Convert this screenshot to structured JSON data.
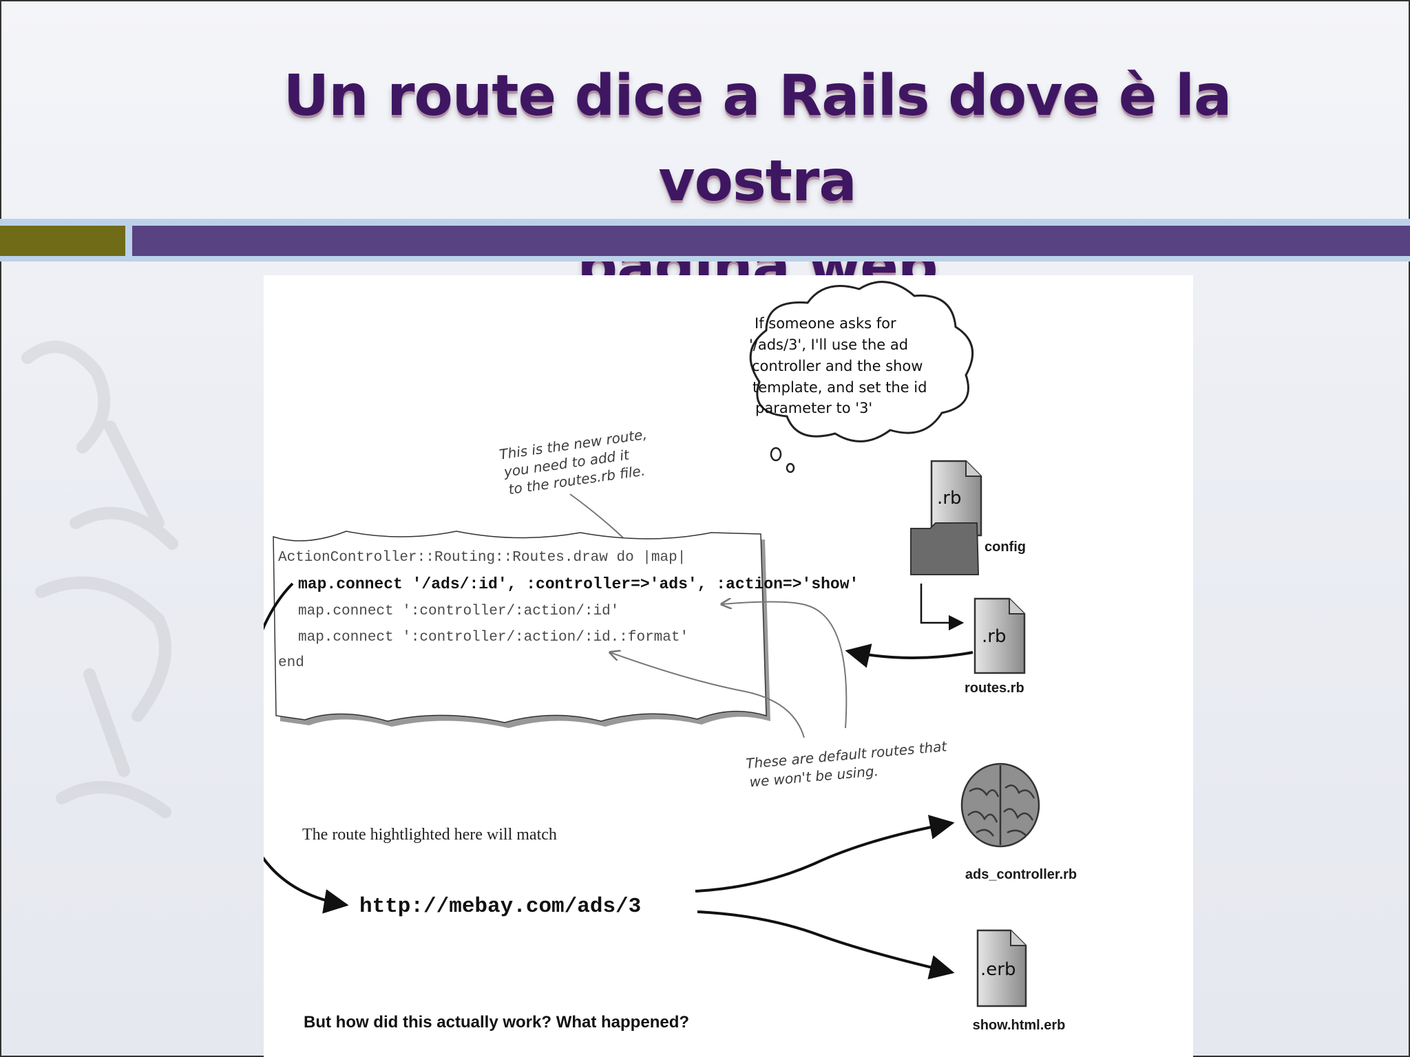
{
  "slide": {
    "title_line1": "Un route dice a Rails dove è la vostra",
    "title_line2": "pagina web"
  },
  "thought_bubble": {
    "lines": [
      "If someone asks for",
      "'/ads/3', I'll use the ad",
      "controller and the show",
      "template, and set the id",
      "parameter to '3'"
    ]
  },
  "note_new_route": {
    "lines": [
      "This is the new route,",
      "you need to add it",
      "to the routes.rb file."
    ]
  },
  "note_default_routes": {
    "lines": [
      "These are default routes that",
      "we won't be using."
    ]
  },
  "code": {
    "line1": "ActionController::Routing::Routes.draw do |map|",
    "line2": "map.connect '/ads/:id', :controller=>'ads', :action=>'show'",
    "line3": "map.connect ':controller/:action/:id'",
    "line4": "map.connect ':controller/:action/:id.:format'",
    "line5": "end"
  },
  "files": {
    "rb_icon_text": ".rb",
    "config_label": "config",
    "routes_icon_text": ".rb",
    "routes_label": "routes.rb",
    "controller_label": "ads_controller.rb",
    "erb_icon_text": ".erb",
    "template_label": "show.html.erb"
  },
  "match_caption": "The route hightlighted here will match",
  "url": "http://mebay.com/ads/3",
  "question": "But how did this actually work? What happened?",
  "icons": [
    "rb-file-icon",
    "folder-icon",
    "brain-icon",
    "erb-file-icon",
    "thought-cloud-icon"
  ]
}
